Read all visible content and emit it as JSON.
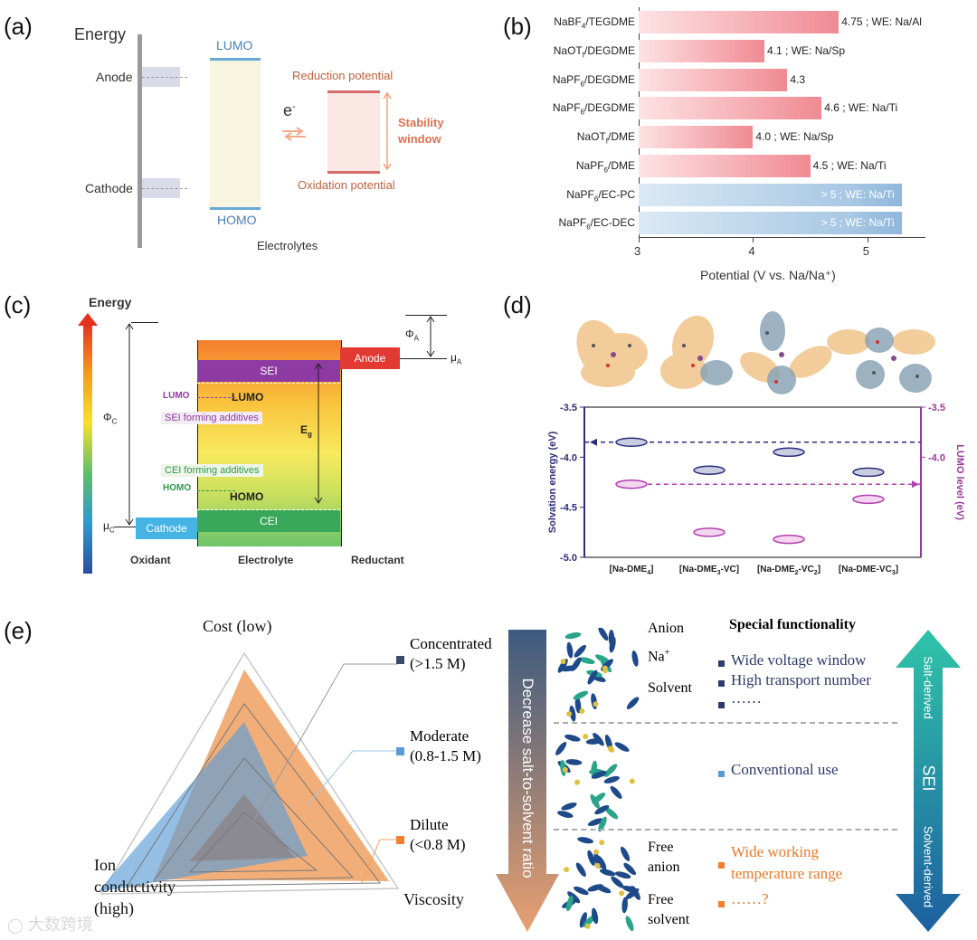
{
  "panels": {
    "a": "(a)",
    "b": "(b)",
    "c": "(c)",
    "d": "(d)",
    "e": "(e)"
  },
  "a": {
    "energy": "Energy",
    "anode": "Anode",
    "cathode": "Cathode",
    "lumo": "LUMO",
    "homo": "HOMO",
    "electron": "e",
    "electron_sup": "-",
    "electrolytes": "Electrolytes",
    "reduction": "Reduction potential",
    "oxidation": "Oxidation potential",
    "stability_line1": "Stability",
    "stability_line2": "window"
  },
  "chart_data": {
    "type": "bar",
    "orientation": "horizontal",
    "xlabel": "Potential (V vs. Na/Na⁺)",
    "xlim": [
      3,
      5.5
    ],
    "xticks": [
      3,
      4,
      5
    ],
    "categories": [
      {
        "base": "NaBF",
        "sub": "4",
        "rest": "/TEGDME"
      },
      {
        "base": "NaOT",
        "sub": "f",
        "rest": "/DEGDME"
      },
      {
        "base": "NaPF",
        "sub": "6",
        "rest": "/DEGDME"
      },
      {
        "base": "NaPF",
        "sub": "6",
        "rest": "/DEGDME"
      },
      {
        "base": "NaOT",
        "sub": "f",
        "rest": "/DME"
      },
      {
        "base": "NaPF",
        "sub": "6",
        "rest": "/DME"
      },
      {
        "base": "NaPF",
        "sub": "6",
        "rest": "/EC-PC"
      },
      {
        "base": "NaPF",
        "sub": "6",
        "rest": "/EC-DEC"
      }
    ],
    "values": [
      4.75,
      4.1,
      4.3,
      4.6,
      4.0,
      4.5,
      5.3,
      5.3
    ],
    "labels": [
      "4.75 ; WE: Na/Al",
      "4.1 ; WE: Na/Sp",
      "4.3",
      "4.6 ; WE: Na/Ti",
      "4.0 ; WE: Na/Sp",
      "4.5 ; WE: Na/Ti",
      "> 5 ; WE: Na/Ti",
      "> 5 ; WE: Na/Ti"
    ],
    "colors": {
      "ether": "#f08a92",
      "carbonate": "#a8c8e4"
    }
  },
  "c": {
    "energy": "Energy",
    "phi_c": "Φ",
    "phi_c_sub": "C",
    "phi_a": "Φ",
    "phi_a_sub": "A",
    "mu_a": "μ",
    "mu_a_sub": "A",
    "mu_c": "μ",
    "mu_c_sub": "C",
    "eg": "E",
    "eg_sub": "g",
    "sei": "SEI",
    "cei": "CEI",
    "lumo": "LUMO",
    "homo": "HOMO",
    "lumo_small": "LUMO",
    "homo_small": "HOMO",
    "sei_add": "SEI forming additives",
    "cei_add": "CEI forming additives",
    "anode": "Anode",
    "cathode": "Cathode",
    "oxidant": "Oxidant",
    "electrolyte": "Electrolyte",
    "reductant": "Reductant"
  },
  "d": {
    "ylabel_left": "Solvation energy (eV)",
    "ylabel_right": "LUMO level (eV)",
    "yticks_left": [
      "-3.5",
      "-4.0",
      "-4.5",
      "-5.0"
    ],
    "yticks_right": [
      "-3.5",
      "-4.0"
    ],
    "xcats": [
      {
        "a": "[Na-DME",
        "s": "4",
        "b": "]"
      },
      {
        "a": "[Na-DME",
        "s": "3",
        "b": "-VC]"
      },
      {
        "a": "[Na-DME",
        "s": "2",
        "b": "-VC",
        "s2": "2",
        "c": "]"
      },
      {
        "a": "[Na-DME-VC",
        "s": "3",
        "b": "]"
      }
    ],
    "solvation": [
      -3.85,
      -4.13,
      -3.95,
      -4.15
    ],
    "lumo": [
      -4.27,
      -4.75,
      -4.82,
      -4.42
    ]
  },
  "e": {
    "cost": "Cost (low)",
    "ion1": "Ion",
    "ion2": "conductivity",
    "ion3": "(high)",
    "viscosity": "Viscosity",
    "conc1": "Concentrated",
    "conc2": "(>1.5 M)",
    "mod1": "Moderate",
    "mod2": "(0.8-1.5 M)",
    "dil1": "Dilute",
    "dil2": "(<0.8 M)",
    "arrow_text": "Decrease salt-to-solvent ratio",
    "anion": "Anion",
    "na": "Na",
    "na_sup": "+",
    "solvent": "Solvent",
    "free_anion1": "Free",
    "free_anion2": "anion",
    "free_solvent1": "Free",
    "free_solvent2": "solvent",
    "special": "Special functionality",
    "f1": "Wide voltage window",
    "f2": "High transport number",
    "f3": "……",
    "f4": "Conventional use",
    "f5a": "Wide working",
    "f5b": "temperature range",
    "f6": "……?",
    "salt": "Salt-derived",
    "sei": "SEI",
    "solv": "Solvent-derived",
    "watermark": "大数跨境"
  }
}
